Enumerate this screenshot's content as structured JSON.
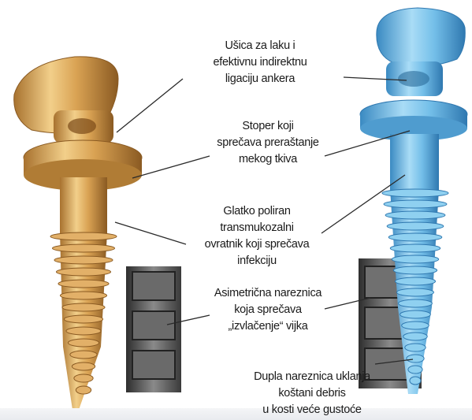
{
  "labels": {
    "eyelet": [
      "Ušica za laku i",
      "efektivnu indirektnu",
      "ligaciju ankera"
    ],
    "stopper": [
      "Stoper koji",
      "sprečava preraštanje",
      "mekog tkiva"
    ],
    "collar": [
      "Glatko poliran",
      "transmukozalni",
      "ovratnik koji sprečava",
      "infekciju"
    ],
    "asym_thread": [
      "Asimetrična nareznica",
      "koja sprečava",
      "„izvlačenje“ vijka"
    ],
    "dual_thread": [
      "Dupla nareznica uklanja",
      "koštani debris",
      "u kosti veće gustoće"
    ]
  },
  "colors": {
    "gold": "#d8a55a",
    "gold_dark": "#9a6a2a",
    "blue": "#7fc4ea",
    "blue_dark": "#3f8fc4",
    "tissue": "#4a4a4a"
  }
}
